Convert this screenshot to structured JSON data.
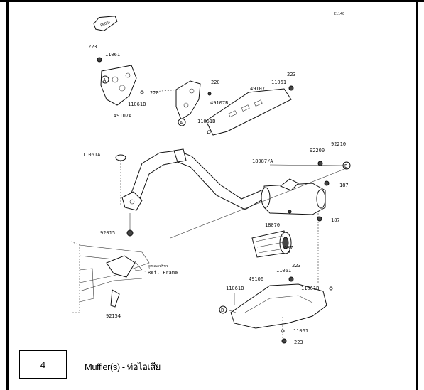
{
  "page_number": "4",
  "caption": "Muffler(s) - ท่อไอเสีย",
  "diagram_code": "E1140",
  "front_tag": "FRONT",
  "labels": {
    "p223_a": "223",
    "p11061_a": "11061",
    "p49107a": "49107A",
    "p11061b_a": "11061B",
    "p220_a": "220",
    "p220_b": "220",
    "p49107b": "49107B",
    "p49107": "49107",
    "p11061_b": "11061",
    "p223_b": "223",
    "p11061b_b": "11061B",
    "p11061a": "11061A",
    "p18087a": "18087/A",
    "p92210": "92210",
    "p92200": "92200",
    "p187_a": "187",
    "p187_b": "187",
    "p187_c": "187",
    "p18070": "18070",
    "p92015": "92015",
    "p_thai_ref": "ดูเพลเลฟร์ขว",
    "p_ref_frame": "Ref. Frame",
    "p49106": "49106",
    "p11061_c": "11061",
    "p223_c": "223",
    "p11061b_c": "11061B",
    "p11061b_d": "11061B",
    "p92154": "92154",
    "p11061_d": "11061",
    "p223_d": "223",
    "callout_a": "A",
    "callout_b": "B"
  }
}
